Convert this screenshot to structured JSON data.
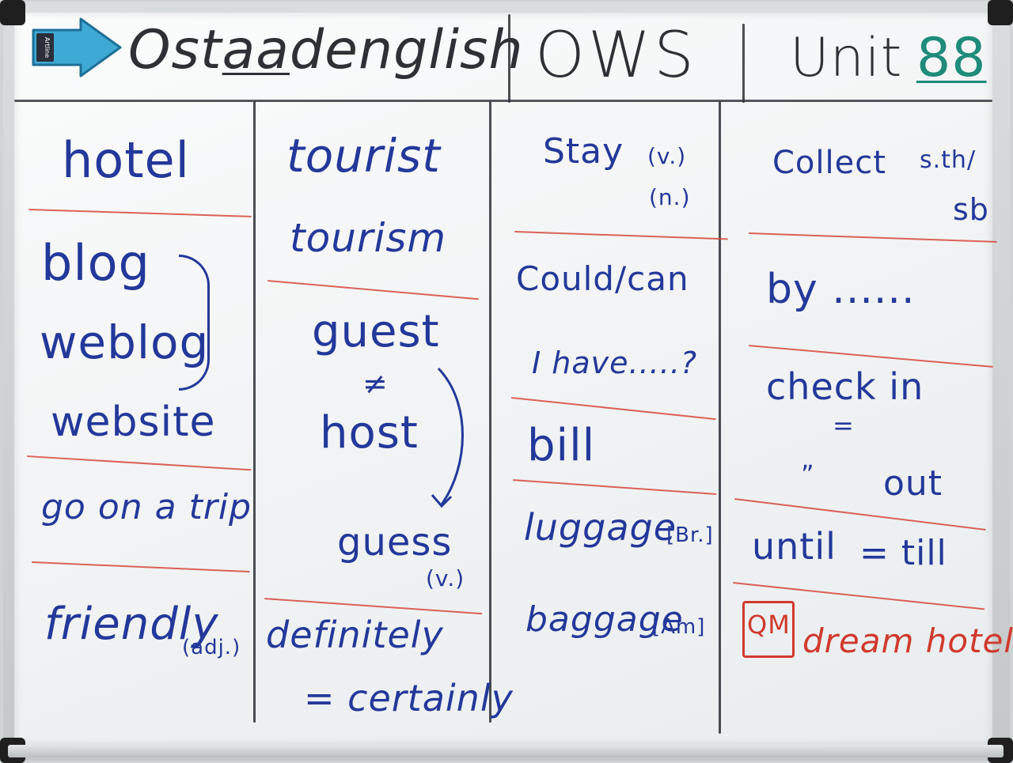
{
  "header": {
    "brand": "Ostaadenglish",
    "brand_pre": "Ost",
    "brand_underlined": "aa",
    "brand_post": "denglish",
    "course": "OWS",
    "unit_label": "Unit",
    "unit_number": "88",
    "eraser_label": "Artline"
  },
  "columns": [
    {
      "items": {
        "hotel": "hotel",
        "blog": "blog",
        "weblog": "weblog",
        "website": "website",
        "trip": "go on a trip",
        "friendly": "friendly",
        "friendly_pos": "(adj.)"
      }
    },
    {
      "items": {
        "tourist": "tourist",
        "tourism": "tourism",
        "guest": "guest",
        "not_equal": "≠",
        "host": "host",
        "guess": "guess",
        "guess_pos": "(v.)",
        "definitely": "definitely",
        "certainly": "= certainly"
      }
    },
    {
      "items": {
        "stay": "Stay",
        "stay_v": "(v.)",
        "stay_n": "(n.)",
        "could": "Could/can",
        "i_have": "I have.....?",
        "bill": "bill",
        "luggage": "luggage",
        "luggage_tag": "[Br.]",
        "baggage": "baggage",
        "baggage_tag": "[Am]"
      }
    },
    {
      "items": {
        "collect": "Collect",
        "collect_obj1": "s.th/",
        "collect_obj2": "sb",
        "by": "by ......",
        "check_in": "check in",
        "equals": "=",
        "ditto": "”",
        "out": "out",
        "until": "until",
        "till": "= till",
        "qm": "QM",
        "dream": "dream hotel?"
      }
    }
  ],
  "colors": {
    "blue_ink": "#23389a",
    "black_ink": "#2e3035",
    "red_ink": "#d03a2e",
    "teal_ink": "#1f8b7a",
    "eraser": "#3fa9d6"
  }
}
